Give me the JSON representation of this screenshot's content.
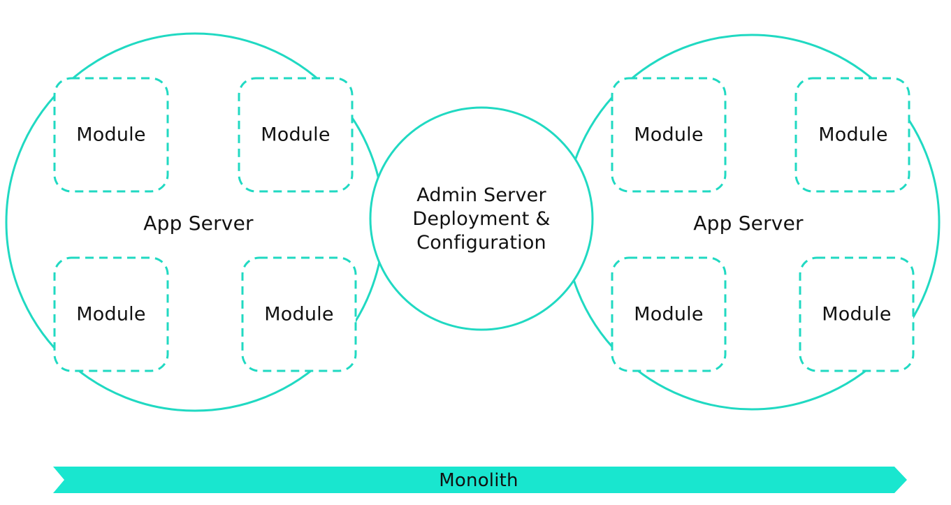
{
  "colors": {
    "accent": "#20d9c2",
    "arrow_fill": "#19e6cf",
    "text": "#111111",
    "background": "#ffffff"
  },
  "left_server": {
    "label": "App Server",
    "modules": [
      "Module",
      "Module",
      "Module",
      "Module"
    ]
  },
  "admin_server": {
    "lines": [
      "Admin Server",
      "Deployment &",
      "Configuration"
    ]
  },
  "right_server": {
    "label": "App Server",
    "modules": [
      "Module",
      "Module",
      "Module",
      "Module"
    ]
  },
  "monolith": {
    "label": "Monolith"
  }
}
